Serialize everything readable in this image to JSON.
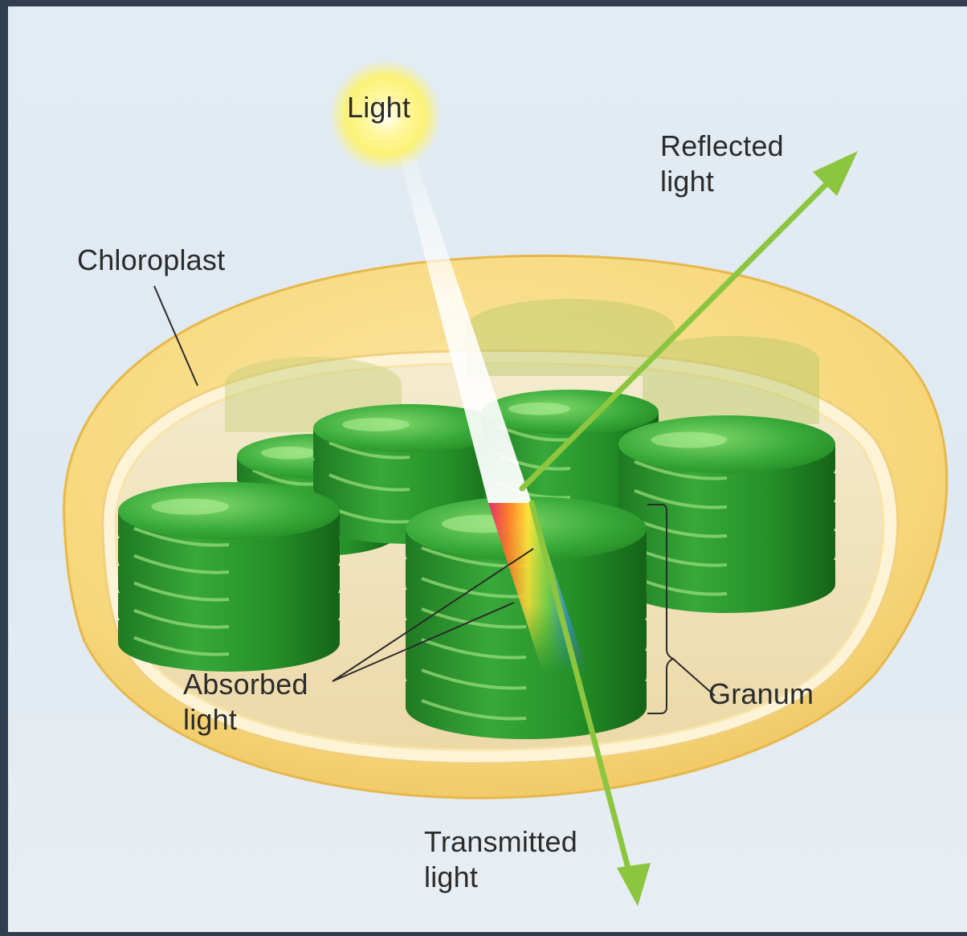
{
  "labels": {
    "light": "Light",
    "reflected_light": [
      "Reflected",
      "light"
    ],
    "chloroplast": "Chloroplast",
    "absorbed_light": [
      "Absorbed",
      "light"
    ],
    "granum": "Granum",
    "transmitted_light": [
      "Transmitted",
      "light"
    ]
  },
  "colors": {
    "arrow_green": "#8cc63f",
    "granum_green": "#2f9a2f",
    "chloroplast_yellow": "#f6d77a",
    "stroma_cream": "#f2e6c4",
    "sun_yellow": "#fff36a",
    "background": "#e3ecf3"
  },
  "spectrum": [
    "#e0306a",
    "#ff7b2a",
    "#ffe23a",
    "#7fd34a",
    "#3a8fe0",
    "#6a4fc9"
  ]
}
